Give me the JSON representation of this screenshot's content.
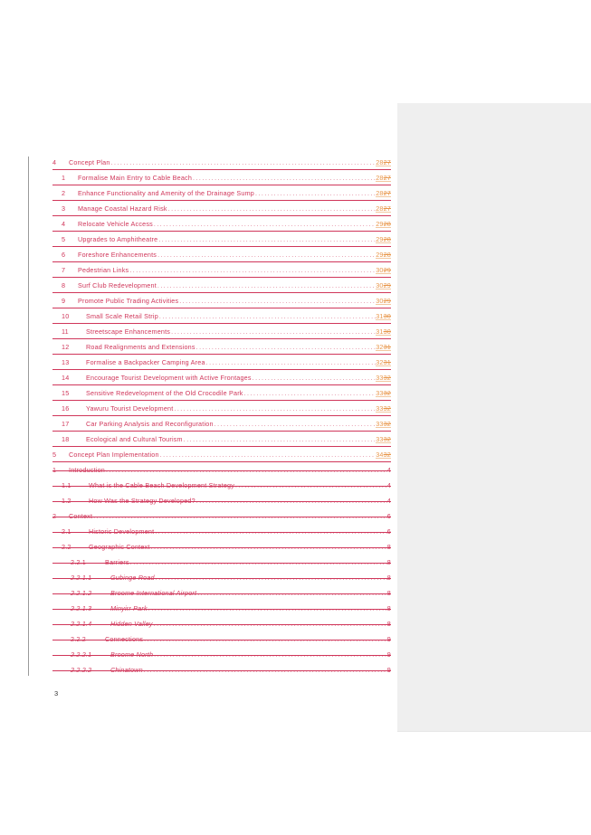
{
  "document": {
    "page_number": "3",
    "colors": {
      "tracked_change": "#d0365a",
      "page_number_change": "#e8964a",
      "comment_pane": "#efefef",
      "change_bar": "#9a9a9a"
    },
    "toc": [
      {
        "num": "4",
        "title": "Concept Plan",
        "page_new": "28",
        "page_old": "27",
        "change": "inserted",
        "level": 1
      },
      {
        "num": "1",
        "title": "Formalise Main Entry to Cable Beach",
        "page_new": "28",
        "page_old": "27",
        "change": "inserted",
        "level": 2
      },
      {
        "num": "2",
        "title": "Enhance Functionality and Amenity of the Drainage Sump",
        "page_new": "28",
        "page_old": "27",
        "change": "inserted",
        "level": 2
      },
      {
        "num": "3",
        "title": "Manage Coastal Hazard Risk",
        "page_new": "28",
        "page_old": "27",
        "change": "inserted",
        "level": 2
      },
      {
        "num": "4",
        "title": "Relocate Vehicle Access",
        "page_new": "29",
        "page_old": "28",
        "change": "inserted",
        "level": 2
      },
      {
        "num": "5",
        "title": "Upgrades to Amphitheatre",
        "page_new": "29",
        "page_old": "28",
        "change": "inserted",
        "level": 2
      },
      {
        "num": "6",
        "title": "Foreshore Enhancements",
        "page_new": "29",
        "page_old": "28",
        "change": "inserted",
        "level": 2
      },
      {
        "num": "7",
        "title": "Pedestrian Links",
        "page_new": "30",
        "page_old": "29",
        "change": "inserted",
        "level": 2
      },
      {
        "num": "8",
        "title": "Surf Club Redevelopment",
        "page_new": "30",
        "page_old": "29",
        "change": "inserted",
        "level": 2
      },
      {
        "num": "9",
        "title": "Promote Public Trading Activities",
        "page_new": "30",
        "page_old": "29",
        "change": "inserted",
        "level": 2
      },
      {
        "num": "10",
        "title": "Small Scale Retail Strip",
        "page_new": "31",
        "page_old": "30",
        "change": "inserted",
        "level": 2
      },
      {
        "num": "11",
        "title": "Streetscape Enhancements",
        "page_new": "31",
        "page_old": "30",
        "change": "inserted",
        "level": 2
      },
      {
        "num": "12",
        "title": "Road Realignments and Extensions",
        "page_new": "32",
        "page_old": "31",
        "change": "inserted",
        "level": 2
      },
      {
        "num": "13",
        "title": "Formalise a Backpacker Camping Area",
        "page_new": "32",
        "page_old": "31",
        "change": "inserted",
        "level": 2
      },
      {
        "num": "14",
        "title": "Encourage Tourist Development with Active Frontages",
        "page_new": "33",
        "page_old": "32",
        "change": "inserted",
        "level": 2
      },
      {
        "num": "15",
        "title": "Sensitive Redevelopment of the Old Crocodile Park",
        "page_new": "33",
        "page_old": "32",
        "change": "inserted",
        "level": 2
      },
      {
        "num": "16",
        "title": "Yawuru Tourist Development",
        "page_new": "33",
        "page_old": "32",
        "change": "inserted",
        "level": 2
      },
      {
        "num": "17",
        "title": "Car Parking Analysis and Reconfiguration",
        "page_new": "33",
        "page_old": "32",
        "change": "inserted",
        "level": 2
      },
      {
        "num": "18",
        "title": "Ecological and Cultural Tourism",
        "page_new": "33",
        "page_old": "32",
        "change": "inserted",
        "level": 2
      },
      {
        "num": "5",
        "title": "Concept Plan Implementation",
        "page_new": "34",
        "page_old": "32",
        "change": "inserted",
        "level": 1
      },
      {
        "num": "1",
        "title": "Introduction",
        "page": "4",
        "change": "deleted",
        "level": 1
      },
      {
        "num": "1.1",
        "title": "What is the Cable Beach Development Strategy",
        "page": "4",
        "change": "deleted",
        "level": 2
      },
      {
        "num": "1.2",
        "title": "How Was the Strategy Developed?",
        "page": "4",
        "change": "deleted",
        "level": 2
      },
      {
        "num": "2",
        "title": "Context",
        "page": "6",
        "change": "deleted",
        "level": 1
      },
      {
        "num": "2.1",
        "title": "Historic Development",
        "page": "6",
        "change": "deleted",
        "level": 2
      },
      {
        "num": "2.2",
        "title": "Geographic Context",
        "page": "8",
        "change": "deleted",
        "level": 2
      },
      {
        "num": "2.2.1",
        "title": "Barriers",
        "page": "8",
        "change": "deleted",
        "level": 3
      },
      {
        "num": "2.2.1.1",
        "title": "Gubinge Road",
        "page": "8",
        "change": "deleted",
        "level": 4
      },
      {
        "num": "2.2.1.2",
        "title": "Broome International Airport",
        "page": "8",
        "change": "deleted",
        "level": 4
      },
      {
        "num": "2.2.1.3",
        "title": "Minyirr Park",
        "page": "8",
        "change": "deleted",
        "level": 4
      },
      {
        "num": "2.2.1.4",
        "title": "Hidden Valley",
        "page": "8",
        "change": "deleted",
        "level": 4
      },
      {
        "num": "2.2.2",
        "title": "Connections",
        "page": "9",
        "change": "deleted",
        "level": 3
      },
      {
        "num": "2.2.2.1",
        "title": "Broome North",
        "page": "9",
        "change": "deleted",
        "level": 4
      },
      {
        "num": "2.2.2.2",
        "title": "Chinatown",
        "page": "9",
        "change": "deleted",
        "level": 4
      }
    ]
  }
}
